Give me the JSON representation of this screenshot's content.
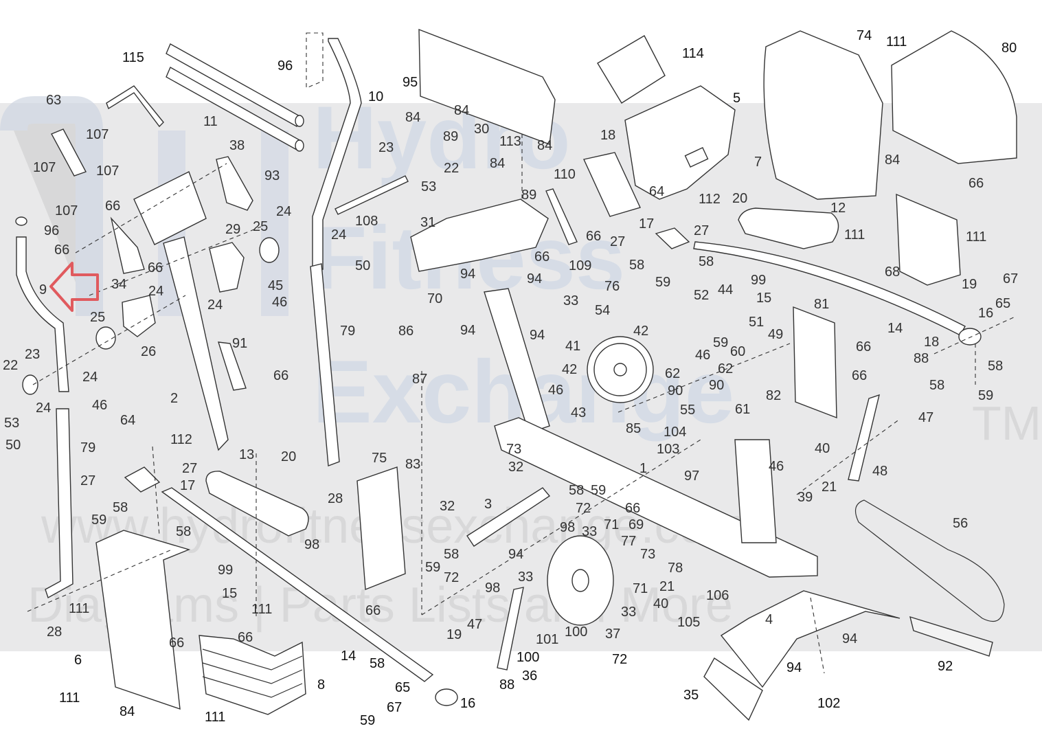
{
  "diagram": {
    "type": "exploded-parts-diagram",
    "subject": "elliptical trainer",
    "watermark": {
      "brand_lines": [
        "Hydro",
        "Fitness",
        "Exchange"
      ],
      "trademark": "TM",
      "url": "www.hydrofitnessexchange.com",
      "tagline": "Diagrams | Parts Lists and More"
    },
    "highlight": {
      "part_number": "9",
      "indicator": "red-arrow",
      "color": "#e05a5e"
    },
    "colors": {
      "band": "#e9e9ea",
      "line": "#333333",
      "highlight": "#e05a5e"
    },
    "labels": [
      {
        "id": "l115",
        "text": "115"
      },
      {
        "id": "l63",
        "text": "63"
      },
      {
        "id": "l107a",
        "text": "107"
      },
      {
        "id": "l107b",
        "text": "107"
      },
      {
        "id": "l107c",
        "text": "107"
      },
      {
        "id": "l107d",
        "text": "107"
      },
      {
        "id": "l11",
        "text": "11"
      },
      {
        "id": "l96a",
        "text": "96"
      },
      {
        "id": "l96b",
        "text": "96"
      },
      {
        "id": "l38",
        "text": "38"
      },
      {
        "id": "l93",
        "text": "93"
      },
      {
        "id": "l66a",
        "text": "66"
      },
      {
        "id": "l66b",
        "text": "66"
      },
      {
        "id": "l66c",
        "text": "66"
      },
      {
        "id": "l9",
        "text": "9"
      },
      {
        "id": "l34",
        "text": "34"
      },
      {
        "id": "l29",
        "text": "29"
      },
      {
        "id": "l25a",
        "text": "25"
      },
      {
        "id": "l24a",
        "text": "24"
      },
      {
        "id": "l24b",
        "text": "24"
      },
      {
        "id": "l45",
        "text": "45"
      },
      {
        "id": "l46a",
        "text": "46"
      },
      {
        "id": "l24c",
        "text": "24"
      },
      {
        "id": "l25b",
        "text": "25"
      },
      {
        "id": "l26",
        "text": "26"
      },
      {
        "id": "l24d",
        "text": "24"
      },
      {
        "id": "l22a",
        "text": "22"
      },
      {
        "id": "l23a",
        "text": "23"
      },
      {
        "id": "l24e",
        "text": "24"
      },
      {
        "id": "l53a",
        "text": "53"
      },
      {
        "id": "l50a",
        "text": "50"
      },
      {
        "id": "l46b",
        "text": "46"
      },
      {
        "id": "l79a",
        "text": "79"
      },
      {
        "id": "l91",
        "text": "91"
      },
      {
        "id": "l66d",
        "text": "66"
      },
      {
        "id": "l2",
        "text": "2"
      },
      {
        "id": "l64a",
        "text": "64"
      },
      {
        "id": "l112a",
        "text": "112"
      },
      {
        "id": "l27a",
        "text": "27"
      },
      {
        "id": "l27b",
        "text": "27"
      },
      {
        "id": "l17a",
        "text": "17"
      },
      {
        "id": "l58a",
        "text": "58"
      },
      {
        "id": "l59a",
        "text": "59"
      },
      {
        "id": "l58b",
        "text": "58"
      },
      {
        "id": "l13",
        "text": "13"
      },
      {
        "id": "l20a",
        "text": "20"
      },
      {
        "id": "l28a",
        "text": "28"
      },
      {
        "id": "l111a",
        "text": "111"
      },
      {
        "id": "l6",
        "text": "6"
      },
      {
        "id": "l111b",
        "text": "111"
      },
      {
        "id": "l84a",
        "text": "84"
      },
      {
        "id": "l66e",
        "text": "66"
      },
      {
        "id": "l111c",
        "text": "111"
      },
      {
        "id": "l66f",
        "text": "66"
      },
      {
        "id": "l8",
        "text": "8"
      },
      {
        "id": "l111d",
        "text": "111"
      },
      {
        "id": "l99a",
        "text": "99"
      },
      {
        "id": "l15a",
        "text": "15"
      },
      {
        "id": "l14a",
        "text": "14"
      },
      {
        "id": "l10",
        "text": "10"
      },
      {
        "id": "l79b",
        "text": "79"
      },
      {
        "id": "l50b",
        "text": "50"
      },
      {
        "id": "l28b",
        "text": "28"
      },
      {
        "id": "l108",
        "text": "108"
      },
      {
        "id": "l24f",
        "text": "24"
      },
      {
        "id": "l23b",
        "text": "23"
      },
      {
        "id": "l22b",
        "text": "22"
      },
      {
        "id": "l53b",
        "text": "53"
      },
      {
        "id": "l95",
        "text": "95"
      },
      {
        "id": "l84b",
        "text": "84"
      },
      {
        "id": "l84c",
        "text": "84"
      },
      {
        "id": "l89a",
        "text": "89"
      },
      {
        "id": "l30",
        "text": "30"
      },
      {
        "id": "l113",
        "text": "113"
      },
      {
        "id": "l84d",
        "text": "84"
      },
      {
        "id": "l84e",
        "text": "84"
      },
      {
        "id": "l89b",
        "text": "89"
      },
      {
        "id": "l31",
        "text": "31"
      },
      {
        "id": "l70",
        "text": "70"
      },
      {
        "id": "l94a",
        "text": "94"
      },
      {
        "id": "l94b",
        "text": "94"
      },
      {
        "id": "l94c",
        "text": "94"
      },
      {
        "id": "l94d",
        "text": "94"
      },
      {
        "id": "l33a",
        "text": "33"
      },
      {
        "id": "l86",
        "text": "86"
      },
      {
        "id": "l87",
        "text": "87"
      },
      {
        "id": "l75",
        "text": "75"
      },
      {
        "id": "l83",
        "text": "83"
      },
      {
        "id": "l98a",
        "text": "98"
      },
      {
        "id": "l66g",
        "text": "66"
      },
      {
        "id": "l32a",
        "text": "32"
      },
      {
        "id": "l3",
        "text": "3"
      },
      {
        "id": "l58c",
        "text": "58"
      },
      {
        "id": "l59b",
        "text": "59"
      },
      {
        "id": "l72a",
        "text": "72"
      },
      {
        "id": "l98b",
        "text": "98"
      },
      {
        "id": "l94e",
        "text": "94"
      },
      {
        "id": "l73a",
        "text": "73"
      },
      {
        "id": "l32b",
        "text": "32"
      },
      {
        "id": "l58d",
        "text": "58"
      },
      {
        "id": "l59c",
        "text": "59"
      },
      {
        "id": "l72b",
        "text": "72"
      },
      {
        "id": "l98c",
        "text": "98"
      },
      {
        "id": "l33b",
        "text": "33"
      },
      {
        "id": "l47a",
        "text": "47"
      },
      {
        "id": "l19a",
        "text": "19"
      },
      {
        "id": "l58e",
        "text": "58"
      },
      {
        "id": "l59d",
        "text": "59"
      },
      {
        "id": "l65a",
        "text": "65"
      },
      {
        "id": "l67a",
        "text": "67"
      },
      {
        "id": "l16a",
        "text": "16"
      },
      {
        "id": "l88a",
        "text": "88"
      },
      {
        "id": "l36",
        "text": "36"
      },
      {
        "id": "l100a",
        "text": "100"
      },
      {
        "id": "l101",
        "text": "101"
      },
      {
        "id": "l100b",
        "text": "100"
      },
      {
        "id": "l37",
        "text": "37"
      },
      {
        "id": "l33c",
        "text": "33"
      },
      {
        "id": "l71a",
        "text": "71"
      },
      {
        "id": "l77",
        "text": "77"
      },
      {
        "id": "l71b",
        "text": "71"
      },
      {
        "id": "l66h",
        "text": "66"
      },
      {
        "id": "l69",
        "text": "69"
      },
      {
        "id": "l73b",
        "text": "73"
      },
      {
        "id": "l78",
        "text": "78"
      },
      {
        "id": "l21a",
        "text": "21"
      },
      {
        "id": "l40a",
        "text": "40"
      },
      {
        "id": "l33d",
        "text": "33"
      },
      {
        "id": "l72c",
        "text": "72"
      },
      {
        "id": "l106",
        "text": "106"
      },
      {
        "id": "l105",
        "text": "105"
      },
      {
        "id": "l114",
        "text": "114"
      },
      {
        "id": "l5",
        "text": "5"
      },
      {
        "id": "l18a",
        "text": "18"
      },
      {
        "id": "l110",
        "text": "110"
      },
      {
        "id": "l64b",
        "text": "64"
      },
      {
        "id": "l112b",
        "text": "112"
      },
      {
        "id": "l17b",
        "text": "17"
      },
      {
        "id": "l27c",
        "text": "27"
      },
      {
        "id": "l27d",
        "text": "27"
      },
      {
        "id": "l66i",
        "text": "66"
      },
      {
        "id": "l66j",
        "text": "66"
      },
      {
        "id": "l109",
        "text": "109"
      },
      {
        "id": "l58f",
        "text": "58"
      },
      {
        "id": "l58g",
        "text": "58"
      },
      {
        "id": "l59e",
        "text": "59"
      },
      {
        "id": "l76",
        "text": "76"
      },
      {
        "id": "l54",
        "text": "54"
      },
      {
        "id": "l52",
        "text": "52"
      },
      {
        "id": "l44",
        "text": "44"
      },
      {
        "id": "l51",
        "text": "51"
      },
      {
        "id": "l49",
        "text": "49"
      },
      {
        "id": "l60",
        "text": "60"
      },
      {
        "id": "l59f",
        "text": "59"
      },
      {
        "id": "l46c",
        "text": "46"
      },
      {
        "id": "l41",
        "text": "41"
      },
      {
        "id": "l42a",
        "text": "42"
      },
      {
        "id": "l42b",
        "text": "42"
      },
      {
        "id": "l46d",
        "text": "46"
      },
      {
        "id": "l43",
        "text": "43"
      },
      {
        "id": "l85",
        "text": "85"
      },
      {
        "id": "l62a",
        "text": "62"
      },
      {
        "id": "l62b",
        "text": "62"
      },
      {
        "id": "l90a",
        "text": "90"
      },
      {
        "id": "l90b",
        "text": "90"
      },
      {
        "id": "l55",
        "text": "55"
      },
      {
        "id": "l61",
        "text": "61"
      },
      {
        "id": "l1",
        "text": "1"
      },
      {
        "id": "l104",
        "text": "104"
      },
      {
        "id": "l103",
        "text": "103"
      },
      {
        "id": "l97",
        "text": "97"
      },
      {
        "id": "l46e",
        "text": "46"
      },
      {
        "id": "l82",
        "text": "82"
      },
      {
        "id": "l20b",
        "text": "20"
      },
      {
        "id": "l12",
        "text": "12"
      },
      {
        "id": "l99b",
        "text": "99"
      },
      {
        "id": "l15b",
        "text": "15"
      },
      {
        "id": "l7",
        "text": "7"
      },
      {
        "id": "l74",
        "text": "74"
      },
      {
        "id": "l111e",
        "text": "111"
      },
      {
        "id": "l80",
        "text": "80"
      },
      {
        "id": "l84f",
        "text": "84"
      },
      {
        "id": "l66k",
        "text": "66"
      },
      {
        "id": "l111f",
        "text": "111"
      },
      {
        "id": "l111g",
        "text": "111"
      },
      {
        "id": "l68",
        "text": "68"
      },
      {
        "id": "l81",
        "text": "81"
      },
      {
        "id": "l66l",
        "text": "66"
      },
      {
        "id": "l66m",
        "text": "66"
      },
      {
        "id": "l14b",
        "text": "14"
      },
      {
        "id": "l19b",
        "text": "19"
      },
      {
        "id": "l67b",
        "text": "67"
      },
      {
        "id": "l65b",
        "text": "65"
      },
      {
        "id": "l16b",
        "text": "16"
      },
      {
        "id": "l18b",
        "text": "18"
      },
      {
        "id": "l88b",
        "text": "88"
      },
      {
        "id": "l58h",
        "text": "58"
      },
      {
        "id": "l58i",
        "text": "58"
      },
      {
        "id": "l59g",
        "text": "59"
      },
      {
        "id": "l47b",
        "text": "47"
      },
      {
        "id": "l40b",
        "text": "40"
      },
      {
        "id": "l21b",
        "text": "21"
      },
      {
        "id": "l48",
        "text": "48"
      },
      {
        "id": "l39",
        "text": "39"
      },
      {
        "id": "l56",
        "text": "56"
      },
      {
        "id": "l4",
        "text": "4"
      },
      {
        "id": "l94f",
        "text": "94"
      },
      {
        "id": "l94g",
        "text": "94"
      },
      {
        "id": "l102",
        "text": "102"
      },
      {
        "id": "l92",
        "text": "92"
      },
      {
        "id": "l35",
        "text": "35"
      }
    ]
  }
}
